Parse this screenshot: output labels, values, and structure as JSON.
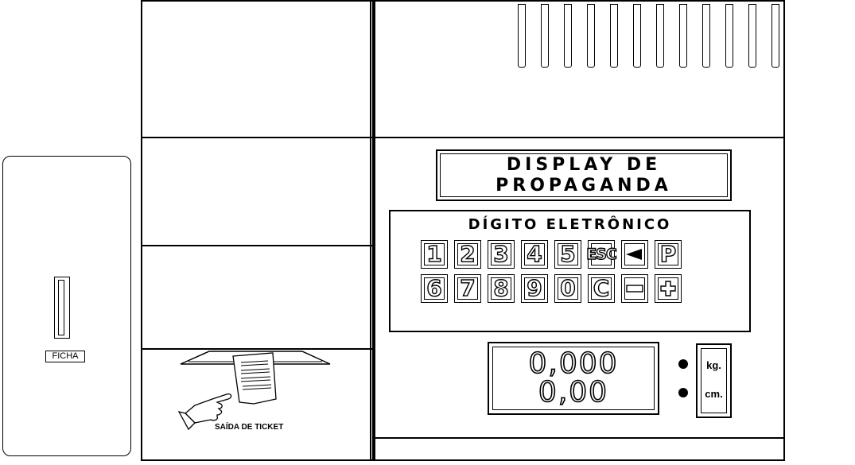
{
  "coin_panel": {
    "label": "FICHA"
  },
  "ticket": {
    "label": "SAÍDA DE TICKET"
  },
  "promo_display": {
    "line1": "DISPLAY DE",
    "line2": "PROPAGANDA"
  },
  "keypad": {
    "title": "DÍGITO ELETRÔNICO",
    "row1": [
      "1",
      "2",
      "3",
      "4",
      "5",
      "ESC",
      "backspace-arrow-icon",
      "P"
    ],
    "row2": [
      "6",
      "7",
      "8",
      "9",
      "0",
      "C",
      "minus-icon",
      "plus-icon"
    ]
  },
  "readout": {
    "weight": "0,000",
    "height": "0,00"
  },
  "units": {
    "weight": "kg.",
    "height": "cm."
  }
}
